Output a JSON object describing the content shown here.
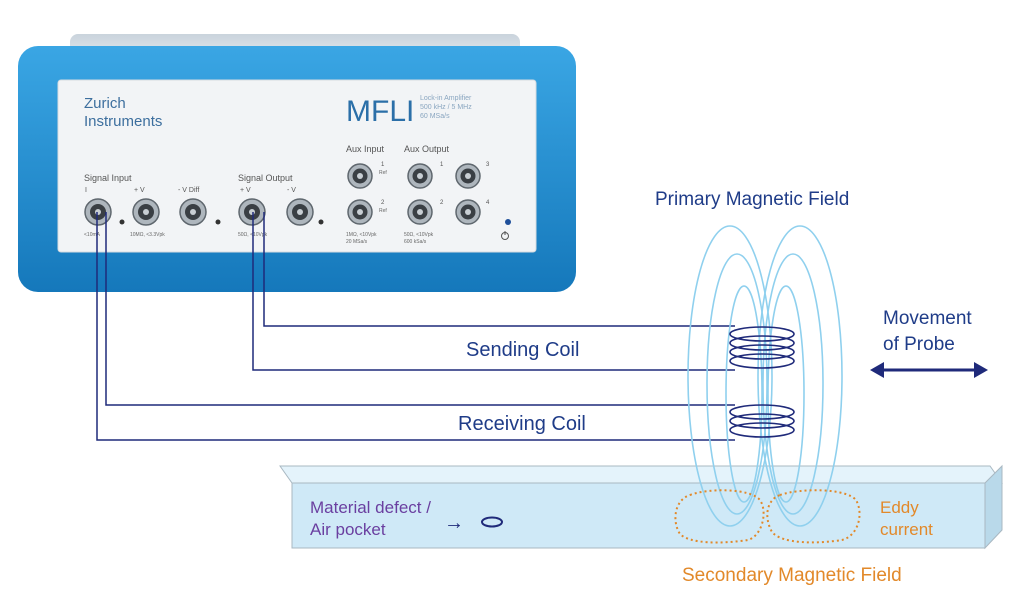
{
  "instrument": {
    "brand_line1": "Zurich",
    "brand_line2": "Instruments",
    "model": "MFLI",
    "spec_line1": "Lock-in Amplifier",
    "spec_line2": "500 kHz / 5 MHz",
    "spec_line3": "60 MSa/s",
    "signal_input": {
      "title": "Signal Input",
      "port_i": "I",
      "port_v": "+ V",
      "port_vdiff": "- V Diff",
      "spec_i": "<10mA",
      "spec_v": "10MΩ, <3.3Vpk"
    },
    "signal_output": {
      "title": "Signal Output",
      "port_pos": "+ V",
      "port_neg": "- V",
      "spec": "50Ω, <10Vpk"
    },
    "aux_input": {
      "title": "Aux Input",
      "n1": "1",
      "n2": "2",
      "ref1": "Ref",
      "ref2": "Ref",
      "spec1": "1MΩ, <10Vpk",
      "spec2": "20 MSa/s"
    },
    "aux_output": {
      "title": "Aux Output",
      "n1": "1",
      "n2": "2",
      "n3": "3",
      "n4": "4",
      "spec1": "50Ω, <10Vpk",
      "spec2": "600 kSa/s"
    }
  },
  "labels": {
    "primary_field": "Primary Magnetic Field",
    "movement_line1": "Movement",
    "movement_line2": "of Probe",
    "sending_coil": "Sending Coil",
    "receiving_coil": "Receiving Coil",
    "defect_line1": "Material defect /",
    "defect_line2": "Air pocket",
    "defect_arrow": "→",
    "eddy_line1": "Eddy",
    "eddy_line2": "current",
    "secondary_field": "Secondary Magnetic Field"
  },
  "colors": {
    "device_blue": "#1e8fd4",
    "panel": "#f2f4f6",
    "wire": "#1f2a7a",
    "field": "#8fd0ee",
    "eddy": "#e2892a",
    "defect_text": "#6a3fa0",
    "label_blue": "#1f3c88",
    "specimen": "#cfe9f7"
  }
}
